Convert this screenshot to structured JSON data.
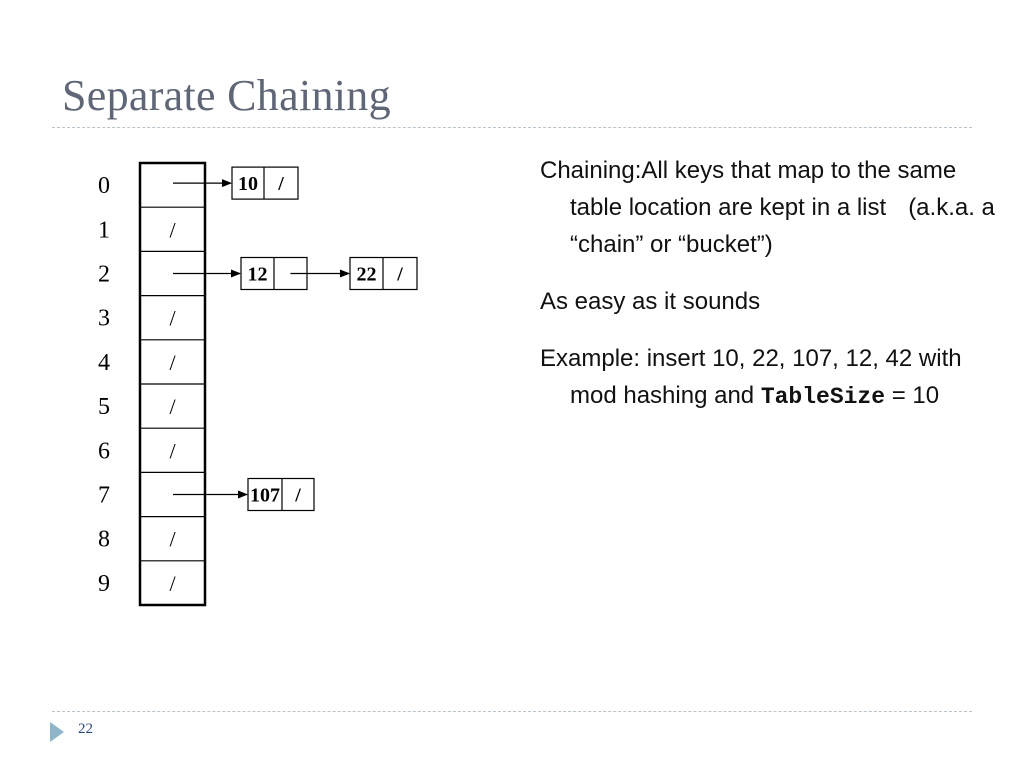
{
  "slide": {
    "title": "Separate Chaining",
    "page_number": "22"
  },
  "table": {
    "indices": [
      "0",
      "1",
      "2",
      "3",
      "4",
      "5",
      "6",
      "7",
      "8",
      "9"
    ],
    "null_marker": "/",
    "slots": [
      {
        "index": "0",
        "empty": false
      },
      {
        "index": "1",
        "empty": true
      },
      {
        "index": "2",
        "empty": false
      },
      {
        "index": "3",
        "empty": true
      },
      {
        "index": "4",
        "empty": true
      },
      {
        "index": "5",
        "empty": true
      },
      {
        "index": "6",
        "empty": true
      },
      {
        "index": "7",
        "empty": false
      },
      {
        "index": "8",
        "empty": true
      },
      {
        "index": "9",
        "empty": true
      }
    ]
  },
  "chains": [
    {
      "bucket": "0",
      "nodes": [
        {
          "key": "10",
          "next": "/"
        }
      ]
    },
    {
      "bucket": "2",
      "nodes": [
        {
          "key": "12",
          "next": ""
        },
        {
          "key": "22",
          "next": "/"
        }
      ]
    },
    {
      "bucket": "7",
      "nodes": [
        {
          "key": "107",
          "next": "/"
        }
      ]
    }
  ],
  "text": {
    "chaining_label": "Chaining:",
    "chaining_body": "All keys that map to the same table location are kept in a list",
    "chaining_aka": "(a.k.a. a “chain” or “bucket”)",
    "easy": "As easy as it sounds",
    "example_label": "Example:",
    "example_body": "insert 10, 22, 107, 12, 42 with mod hashing and",
    "example_code": "TableSize",
    "example_tail": "= 10"
  }
}
